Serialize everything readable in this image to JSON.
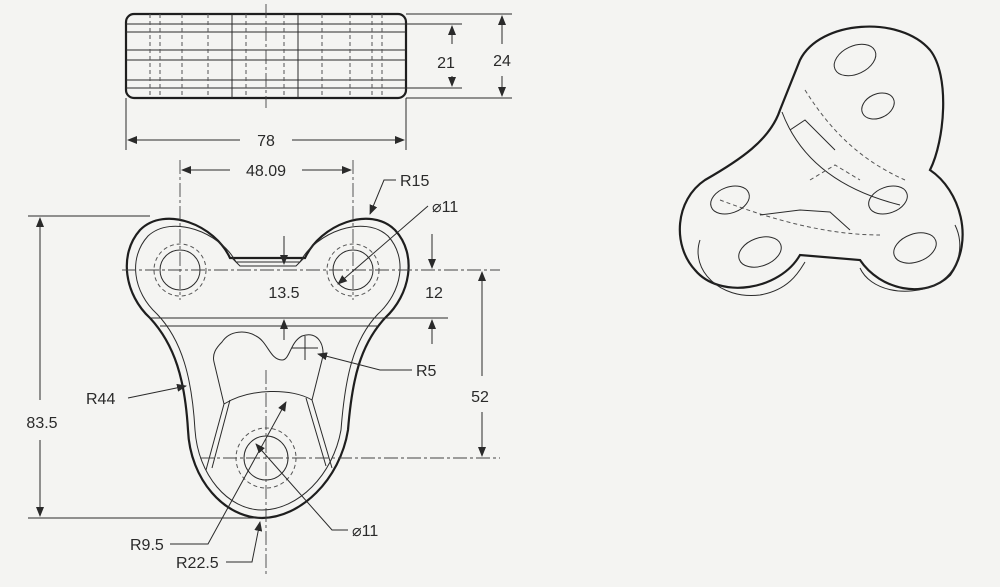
{
  "dimensions": {
    "top_view_height_inner": "21",
    "top_view_height_outer": "24",
    "overall_width": "78",
    "hole_spacing": "48.09",
    "lobe_radius": "R15",
    "top_hole_diameter": "⌀11",
    "notch_depth": "13.5",
    "top_offset": "12",
    "cutout_radius": "R5",
    "side_radius": "R44",
    "overall_height": "83.5",
    "center_distance": "52",
    "bottom_boss_radius": "R9.5",
    "bottom_radius": "R22.5",
    "bottom_hole_diameter": "⌀11"
  },
  "colors": {
    "paper": "#f4f4f2",
    "ink": "#1e1e1e"
  }
}
